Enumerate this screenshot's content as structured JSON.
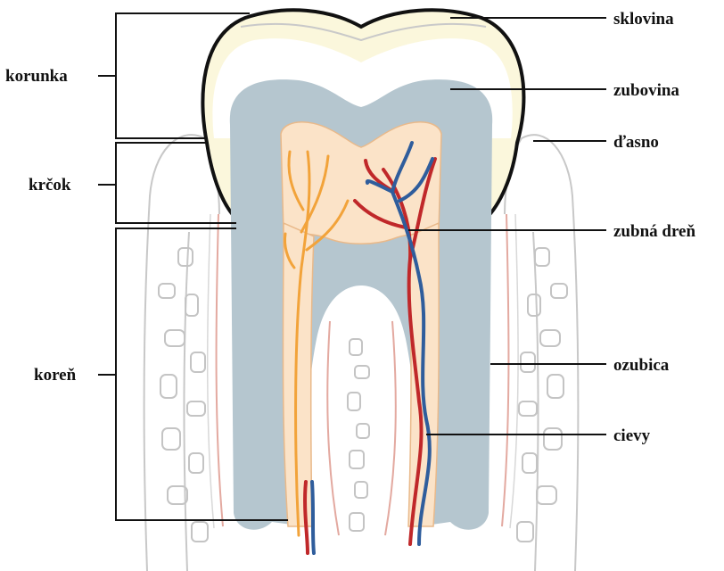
{
  "labels_left": {
    "crown": "korunka",
    "neck": "krčok",
    "root": "koreň"
  },
  "labels_right": {
    "enamel": "sklovina",
    "dentin": "zubovina",
    "gum": "ďasno",
    "pulp": "zubná dreň",
    "periodontium": "ozubica",
    "vessels": "cievy"
  },
  "colors": {
    "enamel": "#fbf7dc",
    "dentin": "#b5c6cf",
    "pulp": "#fbe3c8",
    "artery": "#c0282a",
    "vein": "#2f5d9c",
    "nerve": "#f2a33a",
    "bone_outline": "#c8c8c8",
    "periodontal": "#e3a9a0"
  }
}
